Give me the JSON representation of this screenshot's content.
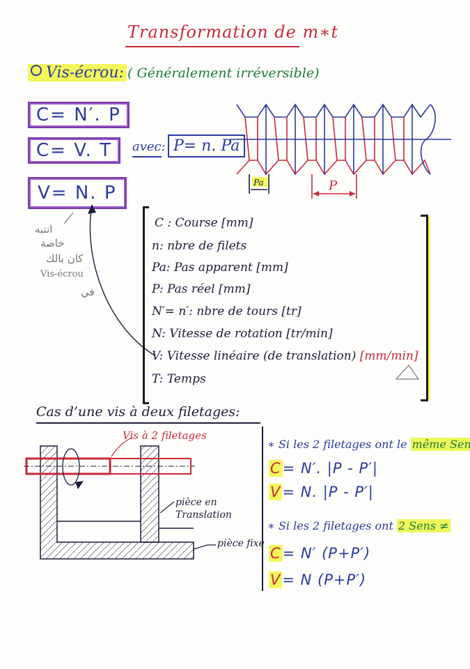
{
  "title": "Transformation de m∗t",
  "section1": {
    "heading": "Vis-écrou:",
    "note": "( Généralement irréversible)"
  },
  "formulas_boxed": [
    "C= N′. P",
    "C= V. T",
    "V= N. P"
  ],
  "avec": {
    "label": "avec:",
    "formula": "P= n. Pa"
  },
  "thread_diagram": {
    "label_pa": "Pa",
    "label_p": "P"
  },
  "definitions": [
    {
      "text": "C : Course [mm]",
      "unit_red": false
    },
    {
      "text": "n: nbre de filets",
      "unit_red": false
    },
    {
      "text": "Pa: Pas apparent [mm]",
      "unit_red": false
    },
    {
      "text": "P: Pas réel [mm]",
      "unit_red": false
    },
    {
      "text": "N′= n′: nbre de tours [tr]",
      "unit_red": false
    },
    {
      "text": "N: Vitesse de rotation [tr/min]",
      "unit_red": false
    },
    {
      "text": "V: Vitesse linéaire (de translation)",
      "unit": "[mm/min]"
    },
    {
      "text": "T: Temps",
      "unit_red": false
    }
  ],
  "arabic_notes": [
    "انتبه",
    "خاصة",
    "كان بالك",
    "Vis-écrou",
    "في"
  ],
  "section2": {
    "heading": "Cas d’une vis à deux filetages:",
    "label_vis": "Vis à 2 filetages",
    "label_piece_translation": "pièce en Translation",
    "label_piece_fixe": "pièce fixe",
    "case1": {
      "condition": "∗ Si les 2 filetages ont le",
      "highlight": "même Sens",
      "formula_c": "C",
      "formula_c_rest": "= N′. |P - P′|",
      "formula_v": "V",
      "formula_v_rest": "= N. |P - P′|"
    },
    "case2": {
      "condition": "∗ Si les 2 filetages ont",
      "highlight": "2 Sens ≠",
      "formula_c": "C",
      "formula_c_rest": "= N′ (P+P′)",
      "formula_v": "V",
      "formula_v_rest": "= N (P+P′)"
    }
  }
}
